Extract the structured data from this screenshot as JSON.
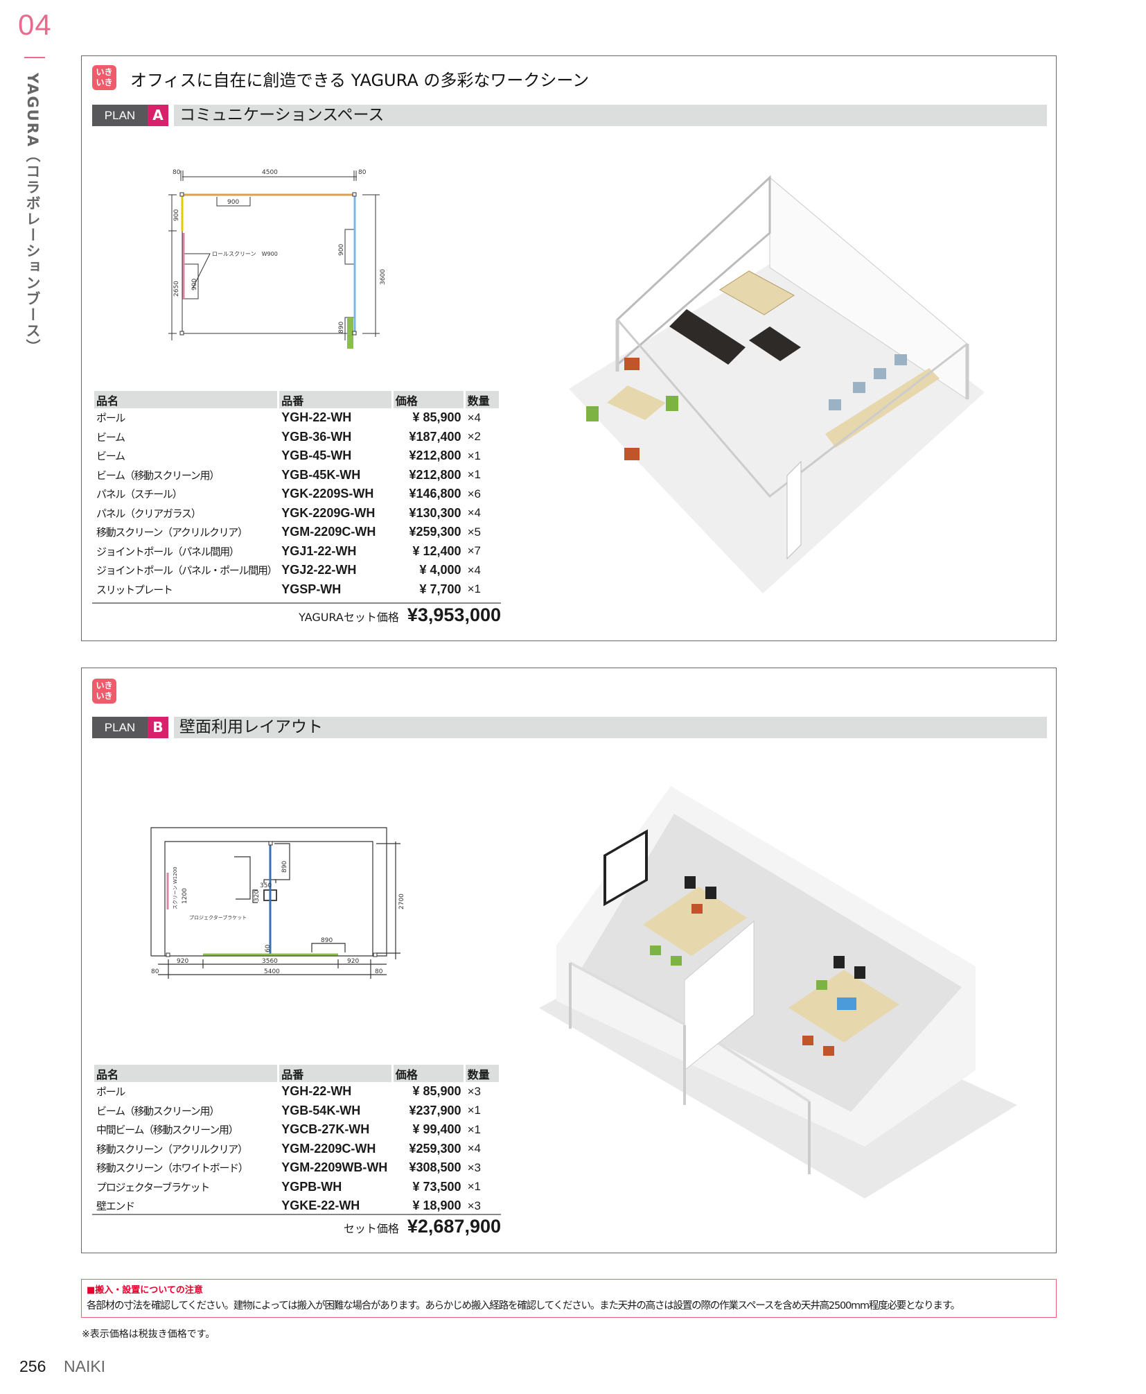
{
  "side": {
    "chapter": "04",
    "section": "YAGURA（コラボレーションブース）"
  },
  "headline": "オフィスに自在に創造できる YAGURA の多彩なワークシーン",
  "badge": "いき いき",
  "columns": [
    "品名",
    "品番",
    "価格",
    "数量"
  ],
  "plan_a": {
    "plan_label": "PLAN",
    "letter": "A",
    "title": "コミュニケーションスペース",
    "floorplan": {
      "w": "4500",
      "side1": "80",
      "side2": "80",
      "d1": "900",
      "d2": "2650",
      "d3": "3600",
      "d4": "900",
      "d5": "900",
      "d6": "900",
      "d7": "890",
      "screen": "ロールスクリーン　W900"
    },
    "rows": [
      {
        "name": "ポール",
        "code": "YGH-22-WH",
        "price": "¥ 85,900",
        "qty": "×4"
      },
      {
        "name": "ビーム",
        "code": "YGB-36-WH",
        "price": "¥187,400",
        "qty": "×2"
      },
      {
        "name": "ビーム",
        "code": "YGB-45-WH",
        "price": "¥212,800",
        "qty": "×1"
      },
      {
        "name": "ビーム（移動スクリーン用）",
        "code": "YGB-45K-WH",
        "price": "¥212,800",
        "qty": "×1"
      },
      {
        "name": "パネル（スチール）",
        "code": "YGK-2209S-WH",
        "price": "¥146,800",
        "qty": "×6"
      },
      {
        "name": "パネル（クリアガラス）",
        "code": "YGK-2209G-WH",
        "price": "¥130,300",
        "qty": "×4"
      },
      {
        "name": "移動スクリーン（アクリルクリア）",
        "code": "YGM-2209C-WH",
        "price": "¥259,300",
        "qty": "×5"
      },
      {
        "name": "ジョイントポール（パネル間用）",
        "code": "YGJ1-22-WH",
        "price": "¥ 12,400",
        "qty": "×7"
      },
      {
        "name": "ジョイントポール（パネル・ポール間用）",
        "code": "YGJ2-22-WH",
        "price": "¥  4,000",
        "qty": "×4"
      },
      {
        "name": "スリットプレート",
        "code": "YGSP-WH",
        "price": "¥  7,700",
        "qty": "×1"
      }
    ],
    "total_label": "YAGURAセット価格",
    "total": "¥3,953,000"
  },
  "plan_b": {
    "plan_label": "PLAN",
    "letter": "B",
    "title": "壁面利用レイアウト",
    "floorplan": {
      "d890a": "890",
      "d350": "350",
      "d320": "320",
      "d60": "60",
      "d890b": "890",
      "d2700": "2700",
      "d920a": "920",
      "d3560": "3560",
      "d920b": "920",
      "d80a": "80",
      "d5400": "5400",
      "d80b": "80",
      "d1200": "1200",
      "screen": "スクリーン W1200",
      "bracket": "プロジェクターブラケット"
    },
    "rows": [
      {
        "name": "ポール",
        "code": "YGH-22-WH",
        "price": "¥ 85,900",
        "qty": "×3"
      },
      {
        "name": "ビーム（移動スクリーン用）",
        "code": "YGB-54K-WH",
        "price": "¥237,900",
        "qty": "×1"
      },
      {
        "name": "中間ビーム（移動スクリーン用）",
        "code": "YGCB-27K-WH",
        "price": "¥ 99,400",
        "qty": "×1"
      },
      {
        "name": "移動スクリーン（アクリルクリア）",
        "code": "YGM-2209C-WH",
        "price": "¥259,300",
        "qty": "×4"
      },
      {
        "name": "移動スクリーン（ホワイトボード）",
        "code": "YGM-2209WB-WH",
        "price": "¥308,500",
        "qty": "×3"
      },
      {
        "name": "プロジェクターブラケット",
        "code": "YGPB-WH",
        "price": "¥ 73,500",
        "qty": "×1"
      },
      {
        "name": "壁エンド",
        "code": "YGKE-22-WH",
        "price": "¥ 18,900",
        "qty": "×3"
      }
    ],
    "total_label": "セット価格",
    "total": "¥2,687,900"
  },
  "notice": {
    "title": "■搬入・設置についての注意",
    "body": "各部材の寸法を確認してください。建物によっては搬入が困難な場合があります。あらかじめ搬入経路を確認してください。また天井の高さは設置の際の作業スペースを含め天井高2500mm程度必要となります。"
  },
  "footnote": "※表示価格は税抜き価格です。",
  "footer": {
    "page": "256",
    "brand": "NAIKI"
  },
  "colors": {
    "accent_pink": "#d8206b",
    "chapter_pink": "#e86a8c",
    "notice_red": "#e5002d"
  }
}
